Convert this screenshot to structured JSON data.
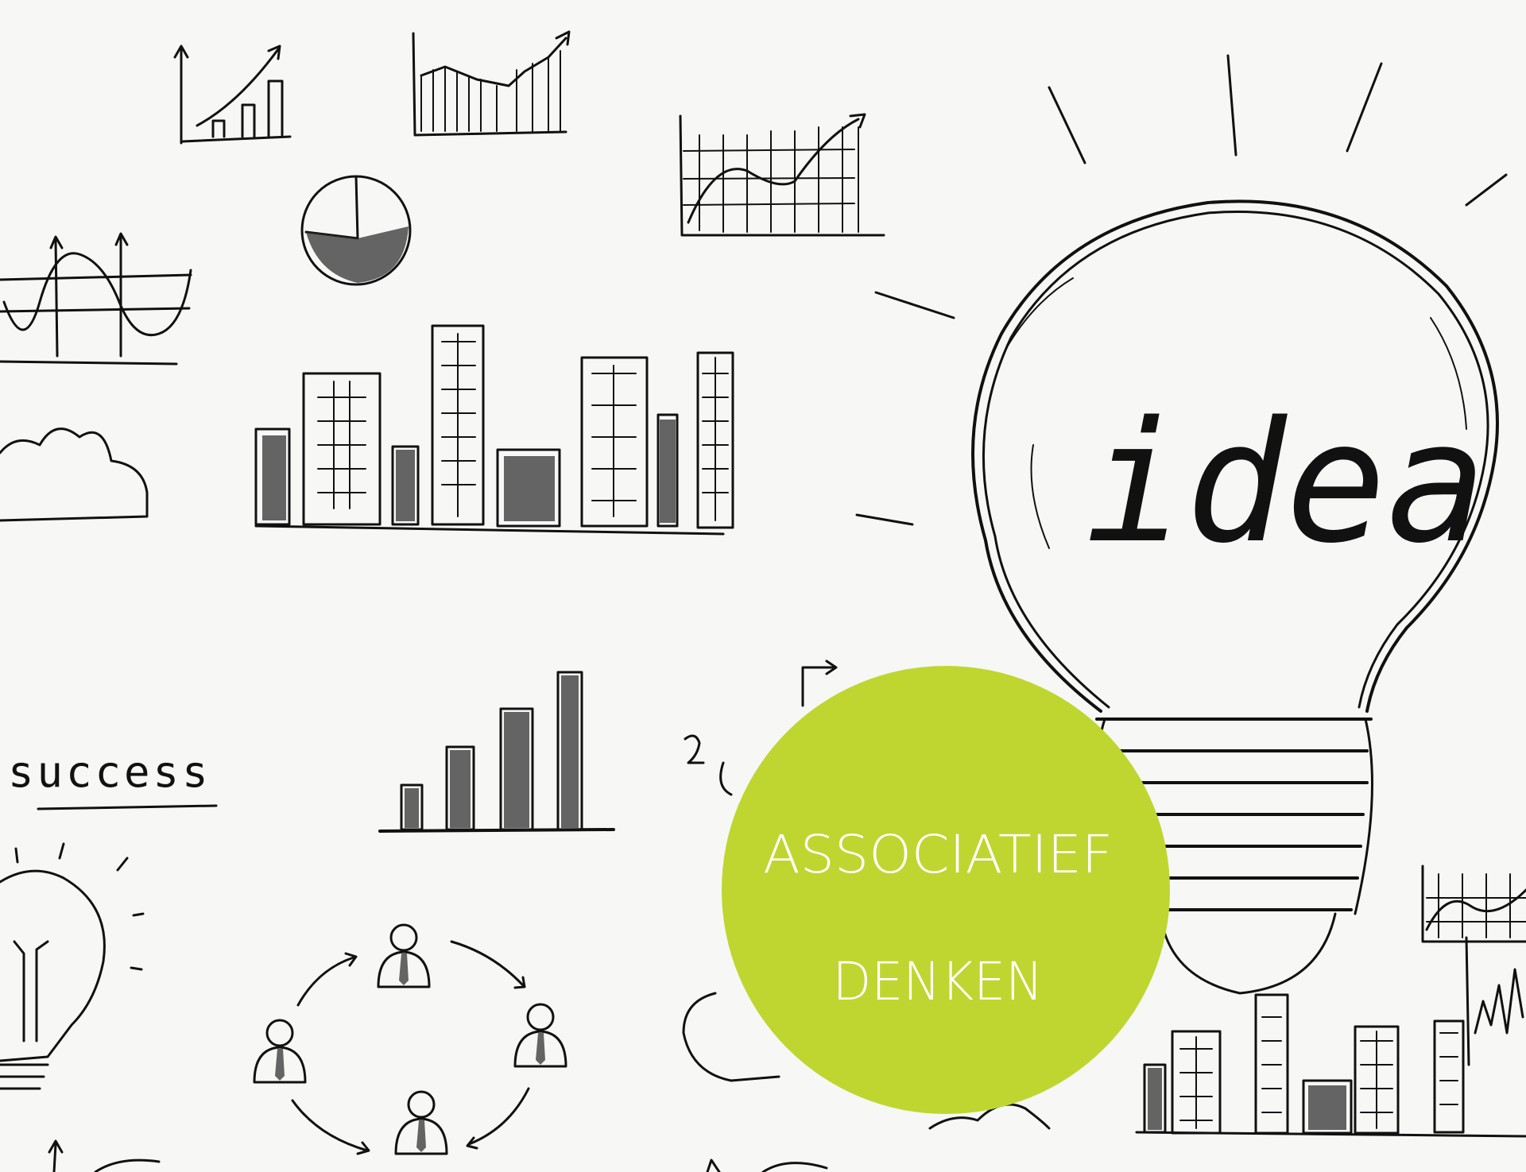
{
  "drawings": {
    "success_label": "success",
    "idea_label": "idea"
  },
  "badge": {
    "line1": "ASSOCIATIEF",
    "line2": "DENKEN",
    "color": "#bfd630",
    "text_color": "#ffffff"
  }
}
